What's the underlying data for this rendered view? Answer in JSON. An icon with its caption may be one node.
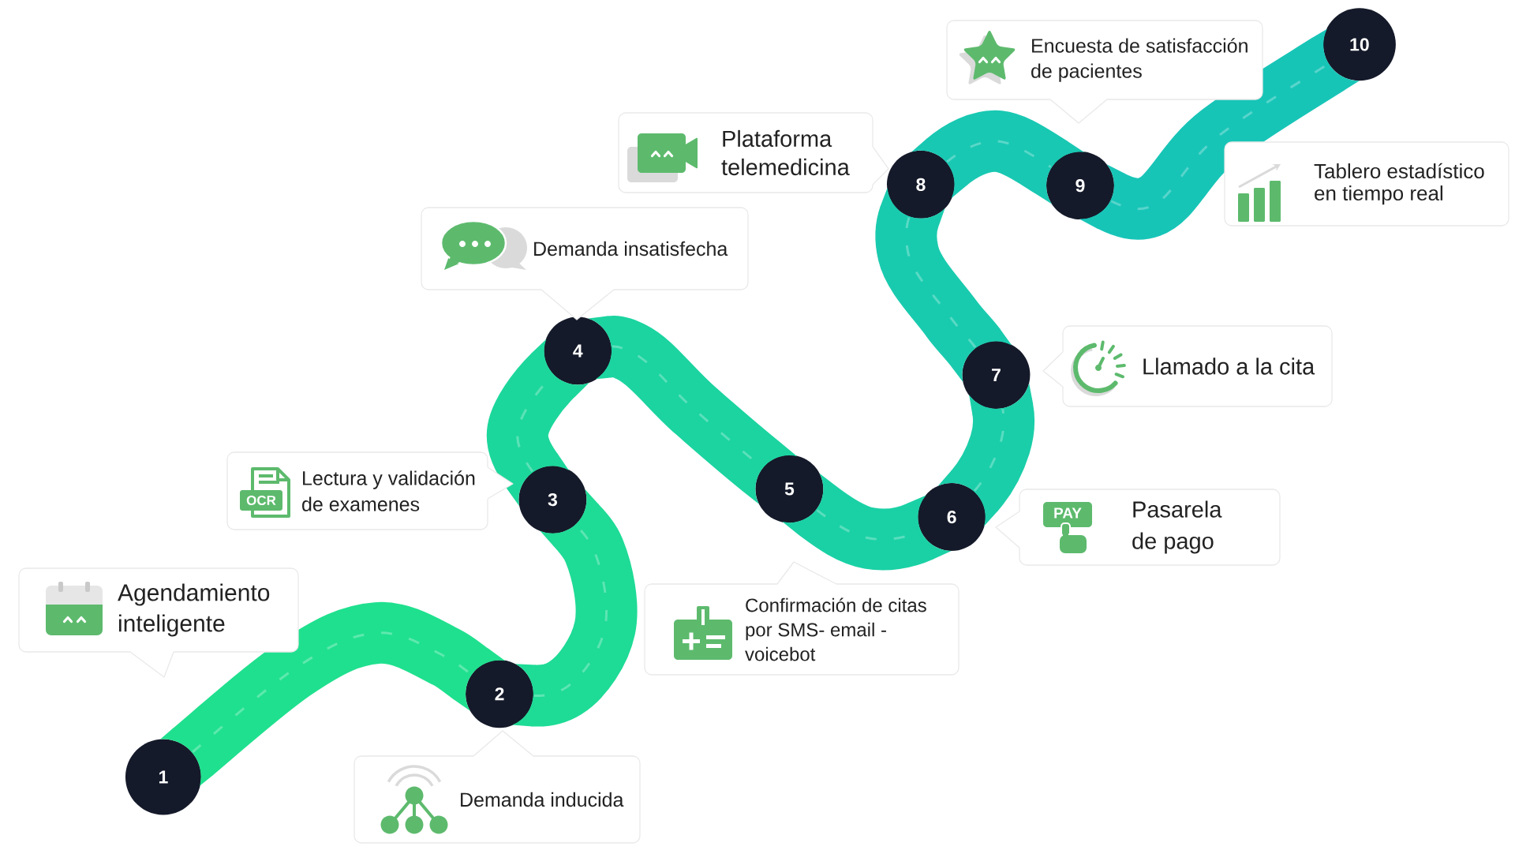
{
  "diagram": {
    "nodes": [
      {
        "text": [
          "1"
        ]
      },
      {
        "text": [
          "2"
        ]
      },
      {
        "text": [
          "3"
        ]
      },
      {
        "text": [
          "4"
        ]
      },
      {
        "text": [
          "5"
        ]
      },
      {
        "text": [
          "6"
        ]
      },
      {
        "text": [
          "7"
        ]
      },
      {
        "text": [
          "8"
        ]
      },
      {
        "text": [
          "9"
        ]
      },
      {
        "text": [
          "10"
        ]
      },
      {
        "text": [
          "Agendamiento inteligente"
        ]
      },
      {
        "text": [
          "Demanda inducida"
        ]
      },
      {
        "text": [
          "Lectura y validación de examenes"
        ]
      },
      {
        "text": [
          "Demanda insatisfecha"
        ]
      },
      {
        "text": [
          "Confirmación de citas por SMS- email - voicebot"
        ]
      },
      {
        "text": [
          "Pasarela de pago"
        ]
      },
      {
        "text": [
          "Llamado a la cita"
        ]
      },
      {
        "text": [
          "Plataforma telemedicina"
        ]
      },
      {
        "text": [
          "Encuesta de satisfacción de pacientes"
        ]
      },
      {
        "text": [
          "Tablero estadístico en tiempo real"
        ]
      }
    ],
    "edges": [
      {
        "from": 0,
        "to": 1,
        "arrow": "none"
      },
      {
        "from": 1,
        "to": 2,
        "arrow": "none"
      },
      {
        "from": 2,
        "to": 3,
        "arrow": "none"
      },
      {
        "from": 3,
        "to": 4,
        "arrow": "none"
      },
      {
        "from": 4,
        "to": 5,
        "arrow": "none"
      },
      {
        "from": 5,
        "to": 6,
        "arrow": "none"
      },
      {
        "from": 6,
        "to": 7,
        "arrow": "none"
      },
      {
        "from": 7,
        "to": 8,
        "arrow": "none"
      },
      {
        "from": 8,
        "to": 9,
        "arrow": "none"
      }
    ],
    "labels": [
      "OCR",
      "PAY"
    ]
  }
}
